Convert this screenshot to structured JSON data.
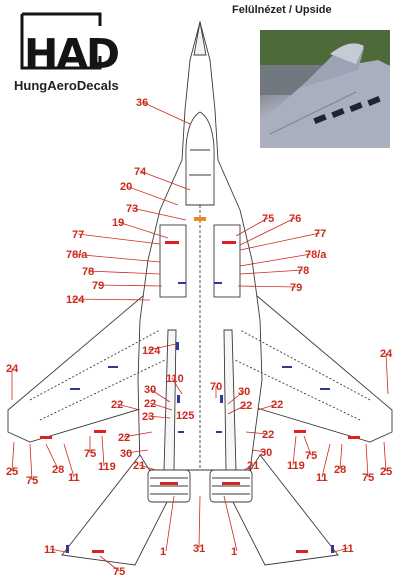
{
  "logo": {
    "mark": "HAD",
    "brand": "HungAeroDecals"
  },
  "view_title": "Felülnézet / Upside",
  "colors": {
    "callout": "#cc2a1e",
    "outline": "#3a3a3a",
    "decal_red": "#e02020",
    "decal_blue": "#2b3a9a",
    "decal_orange": "#f08a1c"
  },
  "callouts": [
    "36",
    "74",
    "20",
    "73",
    "19",
    "75",
    "76",
    "77",
    "77",
    "78/a",
    "78/a",
    "78",
    "78",
    "79",
    "79",
    "124",
    "124",
    "24",
    "24",
    "110",
    "70",
    "30",
    "30",
    "22",
    "22",
    "23",
    "125",
    "22",
    "22",
    "22",
    "22",
    "30",
    "30",
    "21",
    "21",
    "25",
    "75",
    "28",
    "11",
    "75",
    "119",
    "119",
    "75",
    "28",
    "11",
    "75",
    "25",
    "11",
    "1",
    "31",
    "1",
    "11",
    "75"
  ]
}
